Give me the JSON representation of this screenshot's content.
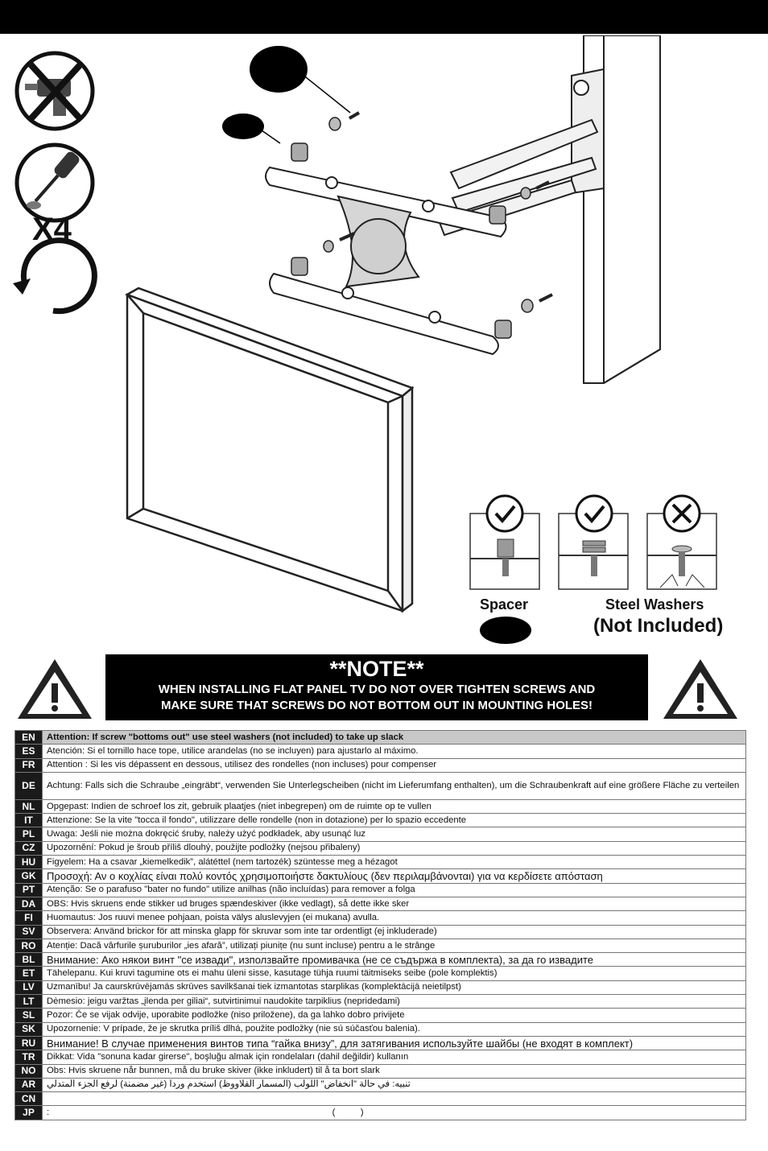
{
  "illustration": {
    "repeat_badge": "X4",
    "spacer_label": "Spacer",
    "washers_label": "Steel Washers",
    "washers_note": "(Not Included)"
  },
  "note": {
    "title": "**NOTE**",
    "line1": "WHEN INSTALLING FLAT PANEL TV DO NOT OVER TIGHTEN SCREWS AND",
    "line2": "MAKE SURE THAT SCREWS DO NOT BOTTOM OUT IN MOUNTING HOLES!"
  },
  "translations": [
    {
      "code": "EN",
      "text": "Attention: If screw \"bottoms out\" use steel washers (not included) to take up slack"
    },
    {
      "code": "ES",
      "text": "Atención: Si el tornillo hace tope, utilice arandelas (no se incluyen) para ajustarlo al máximo."
    },
    {
      "code": "FR",
      "text": "Attention : Si les vis dépassent en dessous, utilisez des rondelles (non incluses) pour compenser"
    },
    {
      "code": "DE",
      "text": "Achtung: Falls sich die Schraube „eingräbt“, verwenden Sie Unterlegscheiben (nicht im Lieferumfang enthalten), um die Schraubenkraft auf eine größere Fläche zu verteilen"
    },
    {
      "code": "NL",
      "text": "Opgepast: Indien de schroef los zit, gebruik plaatjes (niet inbegrepen) om de ruimte op te vullen"
    },
    {
      "code": "IT",
      "text": "Attenzione: Se la vite \"tocca il fondo\", utilizzare delle rondelle (non in dotazione) per lo spazio eccedente"
    },
    {
      "code": "PL",
      "text": "Uwaga: Jeśli nie można dokręcić śruby, należy użyć podkładek, aby usunąć luz"
    },
    {
      "code": "CZ",
      "text": "Upozornění: Pokud je šroub příliš dlouhý, použijte podložky (nejsou přibaleny)"
    },
    {
      "code": "HU",
      "text": "Figyelem: Ha a csavar „kiemelkedik”, alátéttel (nem tartozék) szüntesse meg a hézagot"
    },
    {
      "code": "GK",
      "text": "Προσοχή: Αν ο κοχλίας είναι πολύ κοντός χρησιμοποιήστε δακτυλίους (δεν περιλαμβάνονται) για να κερδίσετε απόσταση"
    },
    {
      "code": "PT",
      "text": "Atenção: Se o parafuso \"bater no fundo\" utilize anilhas (não incluídas) para remover a folga"
    },
    {
      "code": "DA",
      "text": "OBS: Hvis skruens ende stikker ud bruges spændeskiver (ikke vedlagt), så dette ikke sker"
    },
    {
      "code": "FI",
      "text": "Huomautus: Jos ruuvi menee pohjaan, poista välys aluslevyjen (ei mukana) avulla."
    },
    {
      "code": "SV",
      "text": "Observera: Använd brickor för att minska glapp för skruvar som inte tar ordentligt (ej inkluderade)"
    },
    {
      "code": "RO",
      "text": "Atenție: Dacă vârfurile șuruburilor „ies afară”, utilizați piunițe (nu sunt incluse) pentru a le strânge"
    },
    {
      "code": "BL",
      "text": "Внимание: Ако някои винт \"се извади\", използвайте промивачка (не се съдържа в комплекта), за да го извадите"
    },
    {
      "code": "ET",
      "text": "Tähelepanu. Kui kruvi tagumine ots ei mahu üleni sisse, kasutage tühja ruumi täitmiseks seibe (pole komplektis)"
    },
    {
      "code": "LV",
      "text": "Uzmanību! Ja caurskrūvējamās skrūves savilkšanai tiek izmantotas starplikas (komplektācijā neietilpst)"
    },
    {
      "code": "LT",
      "text": "Dėmesio: jeigu varžtas „įlenda per giliai“, sutvirtinimui naudokite tarpiklius (nepridedami)"
    },
    {
      "code": "SL",
      "text": "Pozor: Če se vijak odvije, uporabite podložke (niso priložene), da ga lahko dobro privijete"
    },
    {
      "code": "SK",
      "text": "Upozornenie: V prípade, že je skrutka príliš dlhá, použite podložky (nie sú súčasťou balenia)."
    },
    {
      "code": "RU",
      "text": "Внимание! В случае применения винтов типа “гайка внизу”, для затягивания используйте шайбы (не входят в комплект)"
    },
    {
      "code": "TR",
      "text": "Dikkat: Vida \"sonuna kadar girerse\", boşluğu almak için rondelaları (dahil değildir) kullanın"
    },
    {
      "code": "NO",
      "text": "Obs: Hvis skruene når bunnen, må du bruke skiver (ikke inkludert) til å ta bort slark"
    },
    {
      "code": "AR",
      "text": "تنبيه: في حالة \"انخفاض\" اللولب (المسمار القلاووظ) استخدم وردا (غير مضمنة) لرفع الجزء المتدلي"
    },
    {
      "code": "CN",
      "text": ""
    },
    {
      "code": "JP",
      "text": ":                                                                                                                (          )"
    }
  ]
}
